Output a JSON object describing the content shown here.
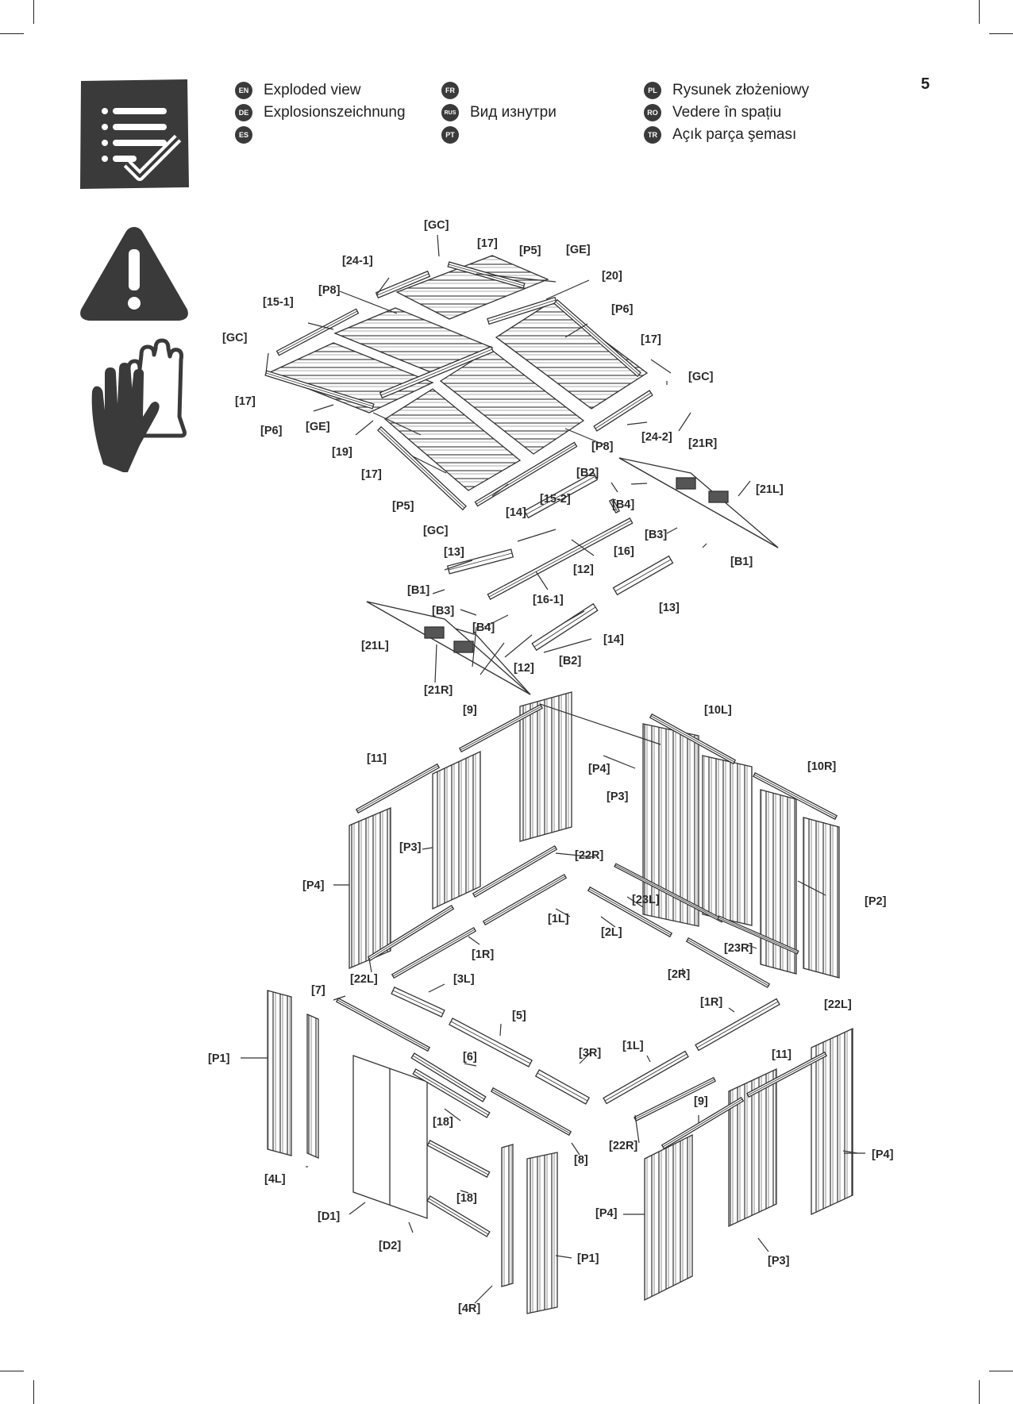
{
  "page_number": "5",
  "languages": [
    {
      "code": "EN",
      "text": "Exploded view"
    },
    {
      "code": "DE",
      "text": "Explosionszeichnung"
    },
    {
      "code": "ES",
      "text": ""
    },
    {
      "code": "FR",
      "text": ""
    },
    {
      "code": "RUS",
      "text": "Вид изнутри"
    },
    {
      "code": "PT",
      "text": ""
    },
    {
      "code": "PL",
      "text": "Rysunek złożeniowy"
    },
    {
      "code": "RO",
      "text": "Vedere în spațiu"
    },
    {
      "code": "TR",
      "text": "Açık parça şeması"
    }
  ],
  "icons": [
    "checklist-icon",
    "warning-icon",
    "gloves-icon"
  ],
  "colors": {
    "icon_dark": "#3a3a3a",
    "ink": "#222222"
  },
  "part_labels": [
    "[GC]",
    "[17]",
    "[P5]",
    "[GE]",
    "[24-1]",
    "[20]",
    "[P8]",
    "[P6]",
    "[15-1]",
    "[17]",
    "[GC]",
    "[GC]",
    "[17]",
    "[P6]",
    "[GE]",
    "[19]",
    "[24-2]",
    "[21R]",
    "[P8]",
    "[17]",
    "[B2]",
    "[21L]",
    "[15-2]",
    "[P5]",
    "[14]",
    "[B4]",
    "[GC]",
    "[B3]",
    "[16]",
    "[13]",
    "[B1]",
    "[12]",
    "[B1]",
    "[16-1]",
    "[13]",
    "[B3]",
    "[14]",
    "[B4]",
    "[21L]",
    "[12]",
    "[B2]",
    "[21R]",
    "[9]",
    "[10L]",
    "[P4]",
    "[11]",
    "[10R]",
    "[P3]",
    "[P3]",
    "[22R]",
    "[P4]",
    "[P2]",
    "[23L]",
    "[1L]",
    "[2L]",
    "[1R]",
    "[23R]",
    "[2R]",
    "[22L]",
    "[3L]",
    "[7]",
    "[1R]",
    "[22L]",
    "[5]",
    "[1L]",
    "[11]",
    "[3R]",
    "[6]",
    "[P1]",
    "[9]",
    "[18]",
    "[22R]",
    "[P4]",
    "[8]",
    "[4L]",
    "[18]",
    "[D1]",
    "[P4]",
    "[D2]",
    "[P1]",
    "[P3]",
    "[4R]"
  ]
}
